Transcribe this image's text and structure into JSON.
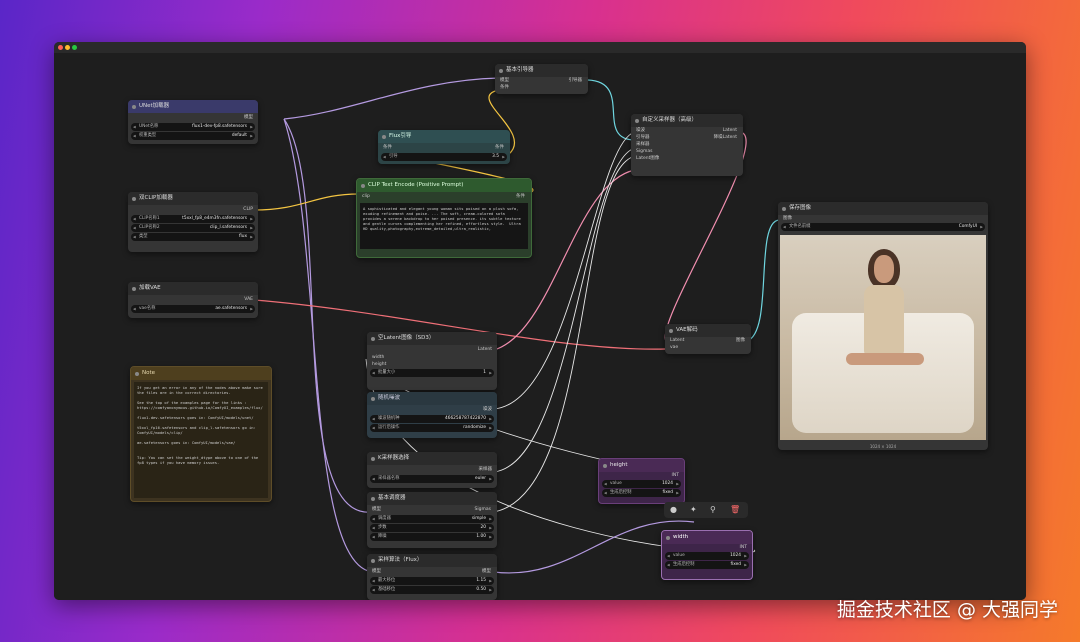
{
  "watermark": "掘金技术社区 @ 大强同学",
  "nodes": {
    "unet": {
      "title": "UNet加载器",
      "output": "模型",
      "w1_label": "UNet名称",
      "w1_value": "flux1-dev-fp8.safetensors",
      "w2_label": "权重类型",
      "w2_value": "default"
    },
    "dualclip": {
      "title": "双CLIP加载器",
      "output": "CLIP",
      "w1_label": "CLIP名称1",
      "w1_value": "t5xxl_fp8_e4m3fn.safetensors",
      "w2_label": "CLIP名称2",
      "w2_value": "clip_l.safetensors",
      "w3_label": "类型",
      "w3_value": "flux"
    },
    "vae_loader": {
      "title": "加载VAE",
      "output": "VAE",
      "w1_label": "vae名称",
      "w1_value": "ae.safetensors"
    },
    "note": {
      "title": "Note",
      "text": "If you get an error in any of the nodes above make sure the files are in the correct directories.\n\nSee the top of the examples page for the links : https://comfyanonymous.github.io/ComfyUI_examples/flux/\n\nflux1-dev.safetensors goes in: ComfyUI/models/unet/\n\nt5xxl_fp16.safetensors and clip_l.safetensors go in: ComfyUI/models/clip/\n\nae.safetensors goes in: ComfyUI/models/vae/\n\n\nTip: You can set the weight_dtype above to one of the fp8 types if you have memory issues."
    },
    "basic_guider": {
      "title": "基本引导器",
      "in1": "模型",
      "in2": "条件",
      "output": "引导器"
    },
    "flux_guidance": {
      "title": "Flux引导",
      "in1": "条件",
      "output": "条件",
      "w1_label": "引导",
      "w1_value": "3.5"
    },
    "clip_encode": {
      "title": "CLIP Text Encode (Positive Prompt)",
      "in1": "clip",
      "output": "条件",
      "text": "A sophisticated and elegant young woman sits poised on a plush sofa, exuding refinement and poise. ... The soft, cream-colored sofa provides a serene backdrop to her poised presence. its subtle texture and gentle curves complementing her refined, effortless style.  Ultra HD quality,photography,extreme_detailed,ultra_realistic,"
    },
    "adv_sampler": {
      "title": "自定义采样器（高级）",
      "in1": "噪波",
      "in2": "引导器",
      "in3": "采样器",
      "in4": "Sigmas",
      "in5": "Latent图像",
      "out1": "Latent",
      "out2": "降噪Latent"
    },
    "latent": {
      "title": "空Latent图像（SD3）",
      "in1": "width",
      "in2": "height",
      "output": "Latent",
      "w1_label": "批量大小",
      "w1_value": "1"
    },
    "noise": {
      "title": "随机噪波",
      "output": "噪波",
      "w1_label": "噪波随机种",
      "w1_value": "466258787422870",
      "w2_label": "运行后操作",
      "w2_value": "randomize"
    },
    "sampler_select": {
      "title": "K采样器选择",
      "output": "采样器",
      "w1_label": "采样器名称",
      "w1_value": "euler"
    },
    "scheduler": {
      "title": "基本调度器",
      "in1": "模型",
      "output": "Sigmas",
      "w1_label": "调度器",
      "w1_value": "simple",
      "w2_label": "步数",
      "w2_value": "20",
      "w3_label": "降噪",
      "w3_value": "1.00"
    },
    "model_sampling": {
      "title": "采样算法（Flux）",
      "in1": "模型",
      "output": "模型",
      "w1_label": "最大移位",
      "w1_value": "1.15",
      "w2_label": "基础移位",
      "w2_value": "0.50"
    },
    "vae_decode": {
      "title": "VAE解码",
      "in1": "Latent",
      "in2": "vae",
      "output": "图像"
    },
    "save_image": {
      "title": "保存图像",
      "in1": "图像",
      "w1_label": "文件名前缀",
      "w1_value": "ComfyUI",
      "caption": "1024 × 1024"
    },
    "height": {
      "title": "height",
      "output": "INT",
      "w1_label": "value",
      "w1_value": "1024",
      "w2_label": "生成后控制",
      "w2_value": "fixed"
    },
    "width": {
      "title": "width",
      "output": "INT",
      "w1_label": "value",
      "w1_value": "1024",
      "w2_label": "生成后控制",
      "w2_value": "fixed"
    }
  },
  "toolbar_icons": [
    "color-palette-icon",
    "magic-wand-icon",
    "pin-icon",
    "trash-icon"
  ],
  "colors": {
    "unet_header": "#3a3a6a",
    "flux_header": "#2f4f52",
    "clip_header": "#2e5a2e",
    "note_header": "#4e3f1e",
    "primitive_header": "#4a2a55",
    "link_yellow": "#f4c542",
    "link_pink": "#f28fb0",
    "link_purple": "#b49ae0",
    "link_cyan": "#6fd6e0"
  }
}
